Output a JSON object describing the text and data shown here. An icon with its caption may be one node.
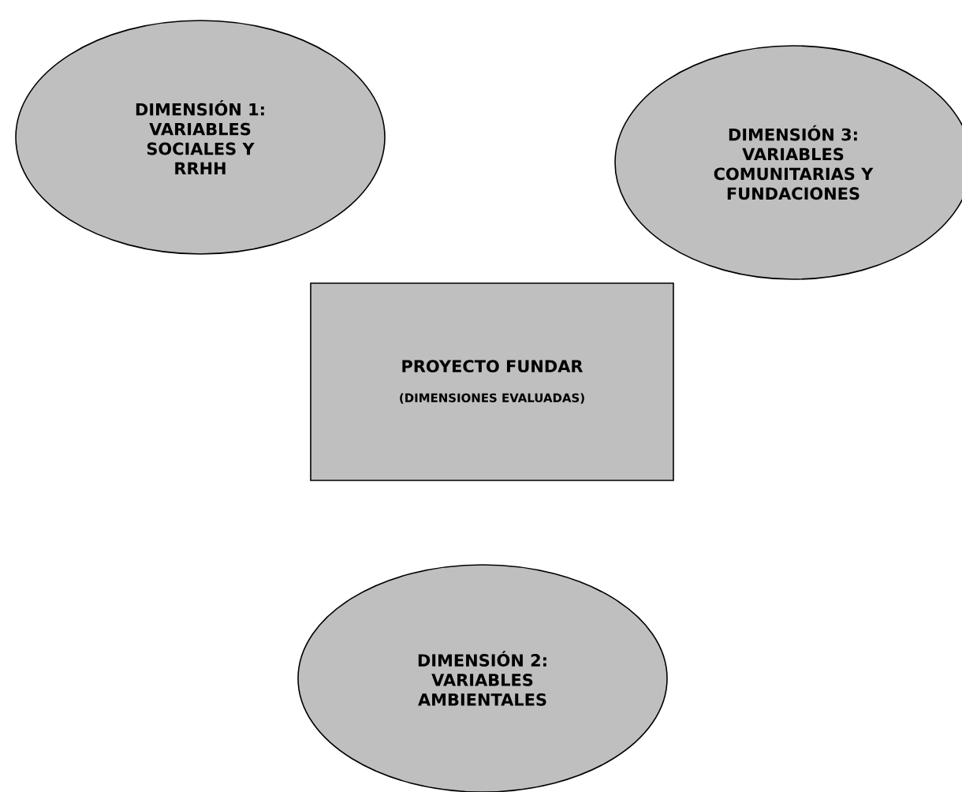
{
  "diagram": {
    "nodes": [
      {
        "text": [
          "DIMENSIÓN 1: VARIABLES SOCIALES Y RRHH"
        ]
      },
      {
        "text": [
          "DIMENSIÓN 3: VARIABLES COMUNITARIAS Y FUNDACIONES"
        ]
      },
      {
        "text": [
          "PROYECTO FUNDAR",
          "(DIMENSIONES EVALUADAS)"
        ]
      },
      {
        "text": [
          "DIMENSIÓN 2: VARIABLES AMBIENTALES"
        ]
      }
    ]
  }
}
